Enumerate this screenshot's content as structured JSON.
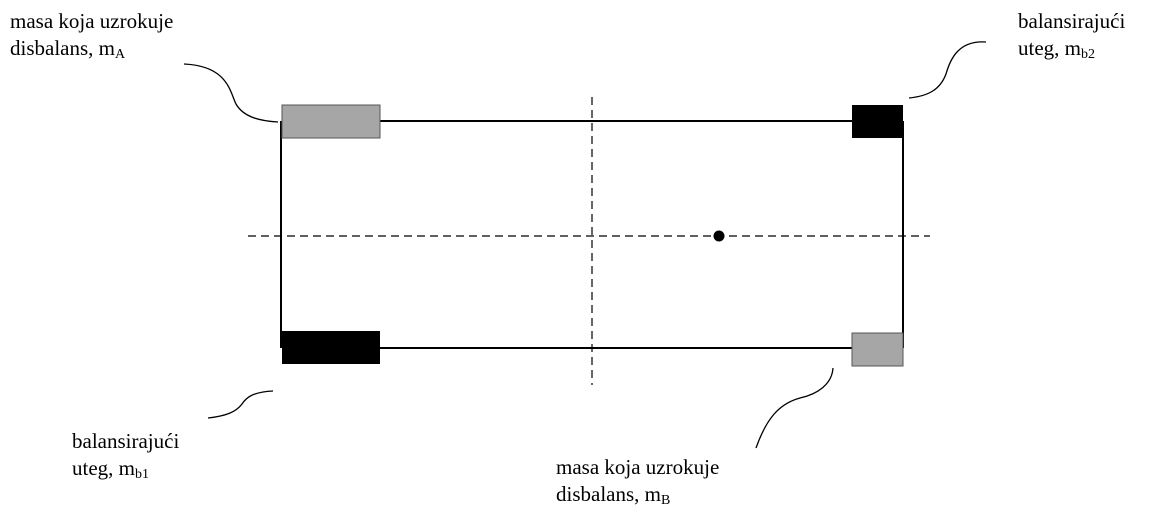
{
  "colors": {
    "line": "#000000",
    "unbalance_mass": "#a6a6a6",
    "balancing_weight": "#000000"
  },
  "labels": {
    "mass_a": {
      "line1": "masa koja uzrokuje",
      "line2": "disbalans, m",
      "sub": "A"
    },
    "weight_b2": {
      "line1": "balansirajući",
      "line2": "uteg, m",
      "sub": "b2"
    },
    "weight_b1": {
      "line1": "balansirajući",
      "line2": "uteg, m",
      "sub": "b1"
    },
    "mass_b": {
      "line1": "masa koja uzrokuje",
      "line2": "disbalans, m",
      "sub": "B"
    }
  }
}
